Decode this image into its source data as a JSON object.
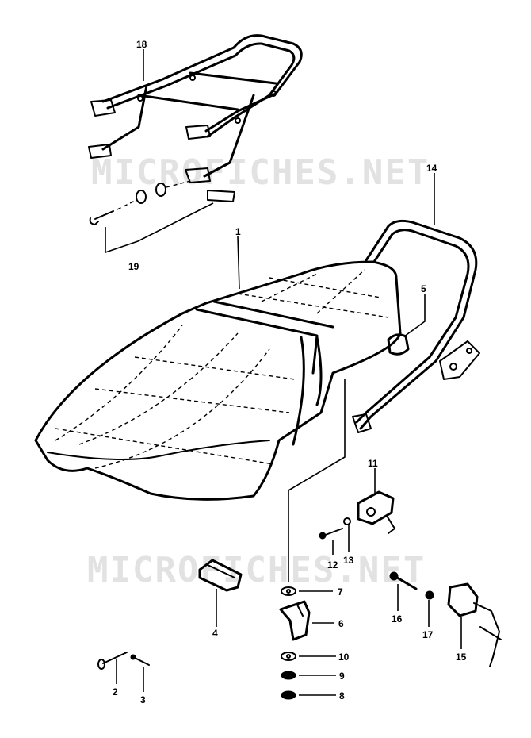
{
  "watermark": "MICROFICHES.NET",
  "parts": [
    {
      "id": "p1",
      "number": "1"
    },
    {
      "id": "p2",
      "number": "2"
    },
    {
      "id": "p3",
      "number": "3"
    },
    {
      "id": "p4",
      "number": "4"
    },
    {
      "id": "p5",
      "number": "5"
    },
    {
      "id": "p6",
      "number": "6"
    },
    {
      "id": "p7",
      "number": "7"
    },
    {
      "id": "p8",
      "number": "8"
    },
    {
      "id": "p9",
      "number": "9"
    },
    {
      "id": "p10",
      "number": "10"
    },
    {
      "id": "p11",
      "number": "11"
    },
    {
      "id": "p12",
      "number": "12"
    },
    {
      "id": "p13",
      "number": "13"
    },
    {
      "id": "p14",
      "number": "14"
    },
    {
      "id": "p15",
      "number": "15"
    },
    {
      "id": "p16",
      "number": "16"
    },
    {
      "id": "p17",
      "number": "17"
    },
    {
      "id": "p18",
      "number": "18"
    },
    {
      "id": "p19",
      "number": "19"
    }
  ]
}
